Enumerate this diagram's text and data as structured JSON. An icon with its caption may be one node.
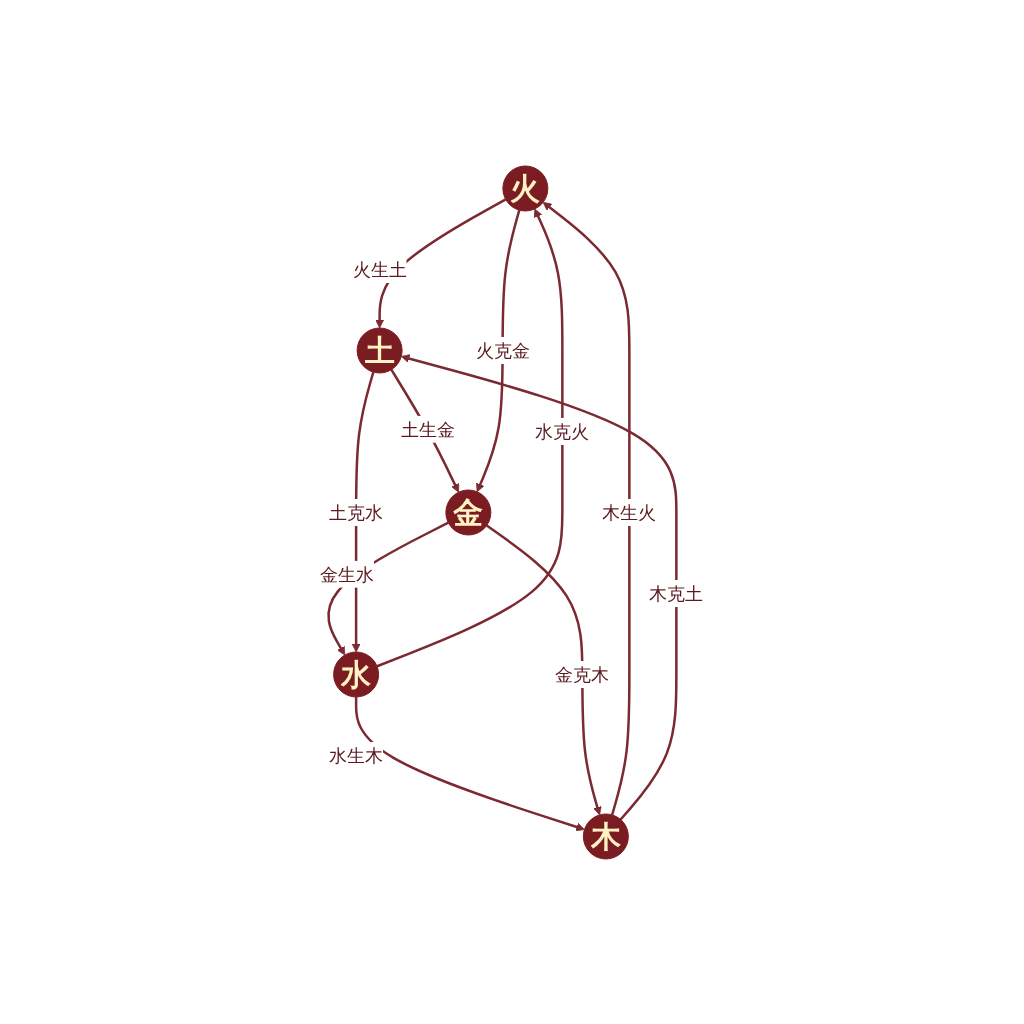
{
  "diagram": {
    "nodes": [
      {
        "text": [
          "火"
        ]
      },
      {
        "text": [
          "木"
        ]
      },
      {
        "text": [
          "土"
        ]
      },
      {
        "text": [
          "水"
        ]
      },
      {
        "text": [
          "金"
        ]
      }
    ],
    "edges": [
      {
        "from": 1,
        "to": 0,
        "arrow": "to",
        "label": "木生火"
      },
      {
        "from": 0,
        "to": 2,
        "arrow": "to",
        "label": "火生土"
      },
      {
        "from": 2,
        "to": 4,
        "arrow": "to",
        "label": "土生金"
      },
      {
        "from": 4,
        "to": 3,
        "arrow": "to",
        "label": "金生水"
      },
      {
        "from": 3,
        "to": 1,
        "arrow": "to",
        "label": "水生木"
      },
      {
        "from": 1,
        "to": 2,
        "arrow": "to",
        "label": "木克土"
      },
      {
        "from": 0,
        "to": 4,
        "arrow": "to",
        "label": "火克金"
      },
      {
        "from": 3,
        "to": 0,
        "arrow": "to",
        "label": "水克火"
      },
      {
        "from": 4,
        "to": 1,
        "arrow": "to",
        "label": "金克木"
      },
      {
        "from": 2,
        "to": 3,
        "arrow": "to",
        "label": "土克水"
      }
    ]
  }
}
